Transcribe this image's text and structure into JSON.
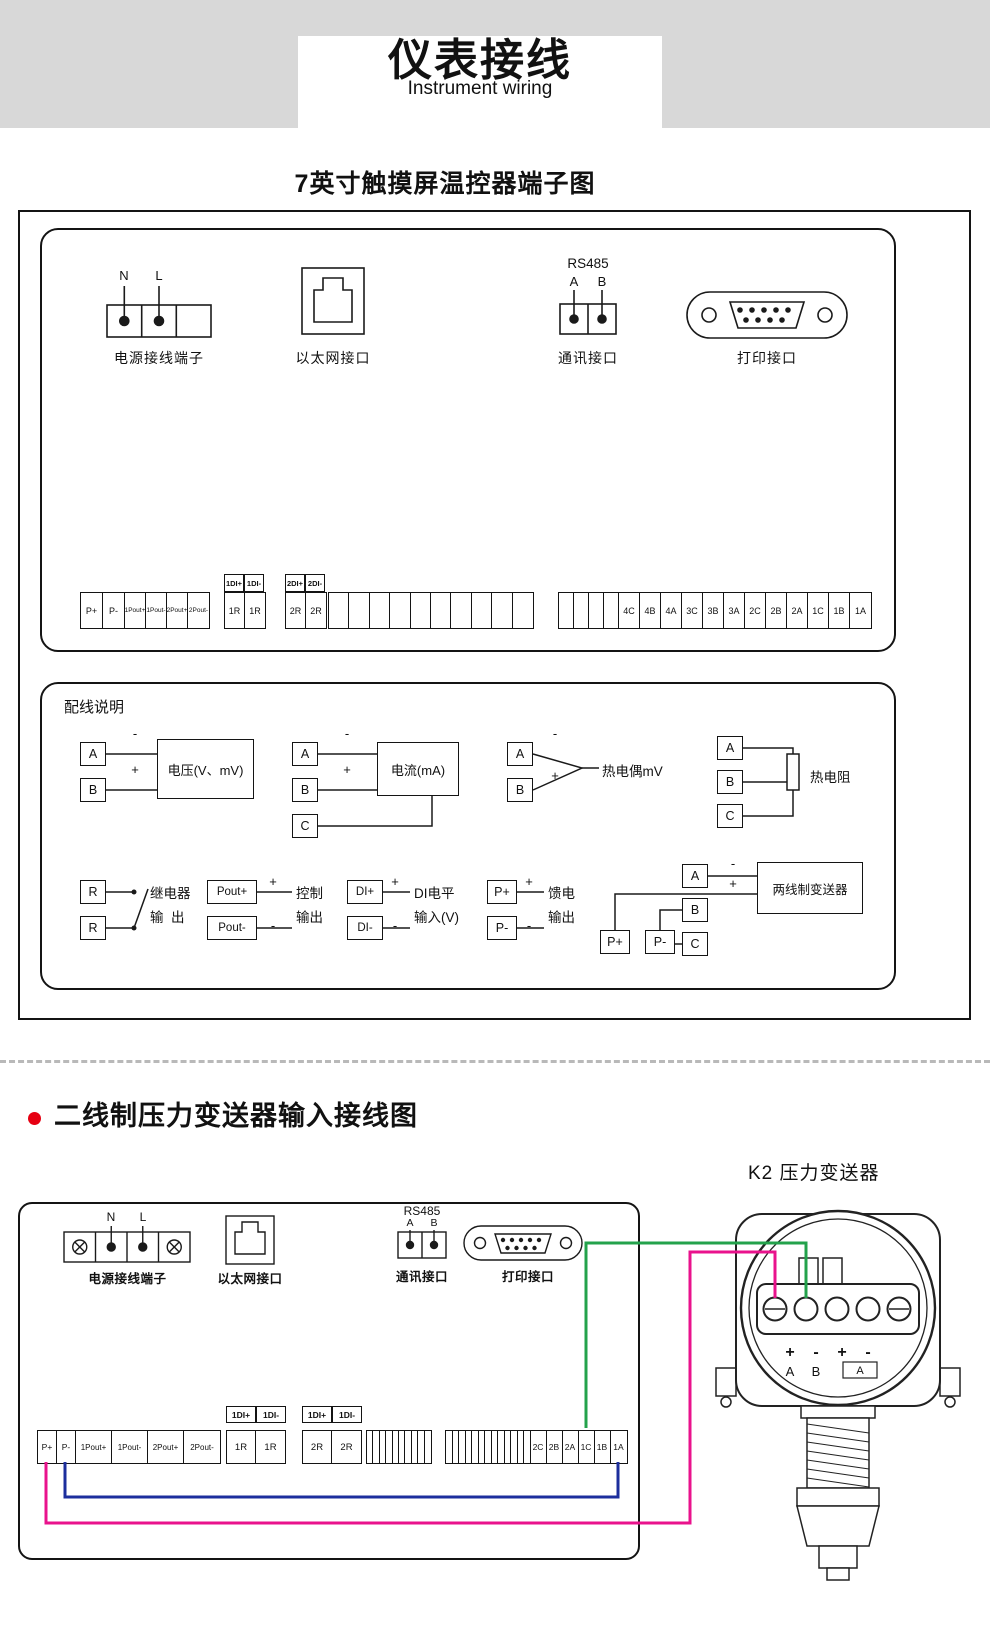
{
  "header": {
    "title": "仪表接线",
    "subtitle": "Instrument wiring"
  },
  "section1": {
    "title": "7英寸触摸屏温控器端子图",
    "power": {
      "label": "电源接线端子",
      "n": "N",
      "l": "L"
    },
    "ethernet": {
      "label": "以太网接口"
    },
    "comm": {
      "title": "RS485",
      "a": "A",
      "b": "B",
      "label": "通讯接口"
    },
    "printer": {
      "label": "打印接口"
    },
    "left_strip": [
      "P+",
      "P-",
      "1Pout+",
      "1Pout-",
      "2Pout+",
      "2Pout-"
    ],
    "di_group1": [
      "1DI+",
      "1DI-"
    ],
    "di_group2": [
      "2DI+",
      "2DI-"
    ],
    "r_group1": [
      "1R",
      "1R"
    ],
    "r_group2": [
      "2R",
      "2R"
    ],
    "right_strip": [
      "4C",
      "4B",
      "4A",
      "3C",
      "3B",
      "3A",
      "2C",
      "2B",
      "2A",
      "1C",
      "1B",
      "1A"
    ],
    "wiring": {
      "title": "配线说明",
      "plus": "+",
      "minus": "-",
      "voltage": {
        "a": "A",
        "b": "B",
        "label": "电压(V、mV)"
      },
      "current": {
        "a": "A",
        "b": "B",
        "c": "C",
        "label": "电流(mA)"
      },
      "thermocouple": {
        "a": "A",
        "b": "B",
        "label": "热电偶mV"
      },
      "rtd": {
        "a": "A",
        "b": "B",
        "c": "C",
        "label": "热电阻"
      },
      "relay": {
        "r1": "R",
        "r2": "R",
        "line1": "继电器",
        "line2": "输  出"
      },
      "control": {
        "t1": "Pout+",
        "t2": "Pout-",
        "line1": "控制",
        "line2": "输出"
      },
      "di": {
        "t1": "DI+",
        "t2": "DI-",
        "line1": "DI电平",
        "line2": "输入(V)"
      },
      "feed": {
        "t1": "P+",
        "t2": "P-",
        "line1": "馈电",
        "line2": "输出"
      },
      "transmitter": {
        "a": "A",
        "b": "B",
        "c": "C",
        "p1": "P+",
        "p2": "P-",
        "label": "两线制变送器"
      }
    }
  },
  "section2": {
    "title": "二线制压力变送器输入接线图",
    "k2_label": "K2 压力变送器",
    "power": {
      "label": "电源接线端子",
      "n": "N",
      "l": "L"
    },
    "ethernet": {
      "label": "以太网接口"
    },
    "comm": {
      "title": "RS485",
      "a": "A",
      "b": "B",
      "label": "通讯接口"
    },
    "printer": {
      "label": "打印接口"
    },
    "left_strip": [
      "P+",
      "P-",
      "1Pout+",
      "1Pout-",
      "2Pout+",
      "2Pout-"
    ],
    "di_group1": [
      "1DI+",
      "1DI-"
    ],
    "di_group2": [
      "1DI+",
      "1DI-"
    ],
    "r_group1": [
      "1R",
      "1R"
    ],
    "r_group2": [
      "2R",
      "2R"
    ],
    "right_strip": [
      "2C",
      "2B",
      "2A",
      "1C",
      "1B",
      "1A"
    ],
    "transmitter_head": {
      "signs": [
        "+",
        "-",
        "+",
        "-"
      ],
      "a": "A",
      "b": "B",
      "test": "A"
    },
    "wire_colors": {
      "green": "#23a24b",
      "blue": "#1d2f9d",
      "magenta": "#e9128c"
    }
  }
}
